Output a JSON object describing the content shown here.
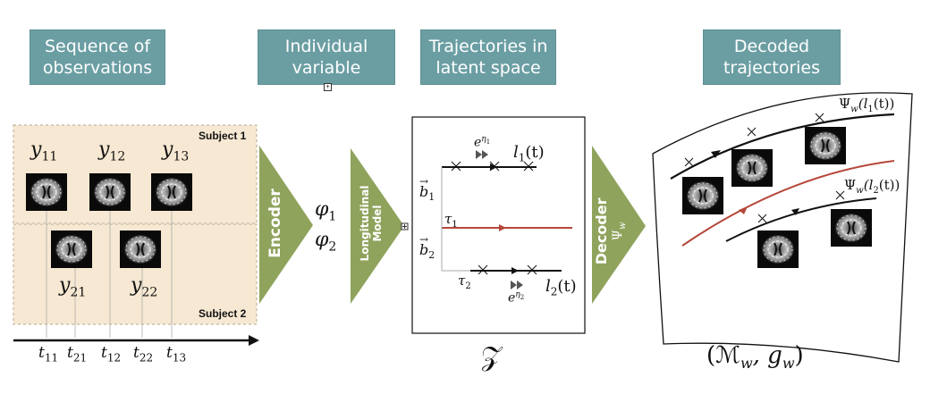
{
  "headers": {
    "sequence": "Sequence of\nobservations",
    "individual": "Individual\nvariable",
    "trajectories": "Trajectories in\nlatent space",
    "decoded": "Decoded\ntrajectories"
  },
  "subjects": {
    "subject1": "Subject 1",
    "subject2": "Subject 2"
  },
  "observations": {
    "y11": "y",
    "y11_sub": "11",
    "y12": "y",
    "y12_sub": "12",
    "y13": "y",
    "y13_sub": "13",
    "y21": "y",
    "y21_sub": "21",
    "y22": "y",
    "y22_sub": "22"
  },
  "times": {
    "t11": "11",
    "t21": "21",
    "t12": "12",
    "t22": "22",
    "t13": "13"
  },
  "encoder": {
    "label": "Encoder"
  },
  "phis": {
    "phi1": "φ",
    "phi1_sub": "1",
    "phi2": "φ",
    "phi2_sub": "2"
  },
  "longitudinal": {
    "line1": "Longitudinal",
    "line2": "Model"
  },
  "latent": {
    "l1": "l",
    "l1_sub": "1",
    "l1_arg": "(t)",
    "l2": "l",
    "l2_sub": "2",
    "l2_arg": "(t)",
    "eta1": "e",
    "eta1_sup": "η",
    "eta1_sub": "1",
    "eta2": "e",
    "eta2_sup": "η",
    "eta2_sub": "2",
    "b1": "b",
    "b1_sub": "1",
    "b2": "b",
    "b2_sub": "2",
    "tau1": "τ",
    "tau1_sub": "1",
    "tau2": "τ",
    "tau2_sub": "2",
    "space": "𝒵"
  },
  "decoder": {
    "label": "Decoder",
    "psi": "Ψ",
    "psi_sub": "w"
  },
  "manifold": {
    "psi1": "Ψ",
    "psi1_sub": "w",
    "psi1_arg": "(l",
    "psi1_arg_sub": "1",
    "psi1_arg_end": "(t))",
    "psi2": "Ψ",
    "psi2_sub": "w",
    "psi2_arg": "(l",
    "psi2_arg_sub": "2",
    "psi2_arg_end": "(t))",
    "label": "(ℳ",
    "label_sub": "w",
    "label_mid": ", g",
    "label_sub2": "w",
    "label_end": ")"
  },
  "colors": {
    "header_bg": "#6b9ea3",
    "subject_bg": "#f6e8d2",
    "arrow_green": "#8fa35c",
    "red_trajectory": "#b5473a"
  }
}
